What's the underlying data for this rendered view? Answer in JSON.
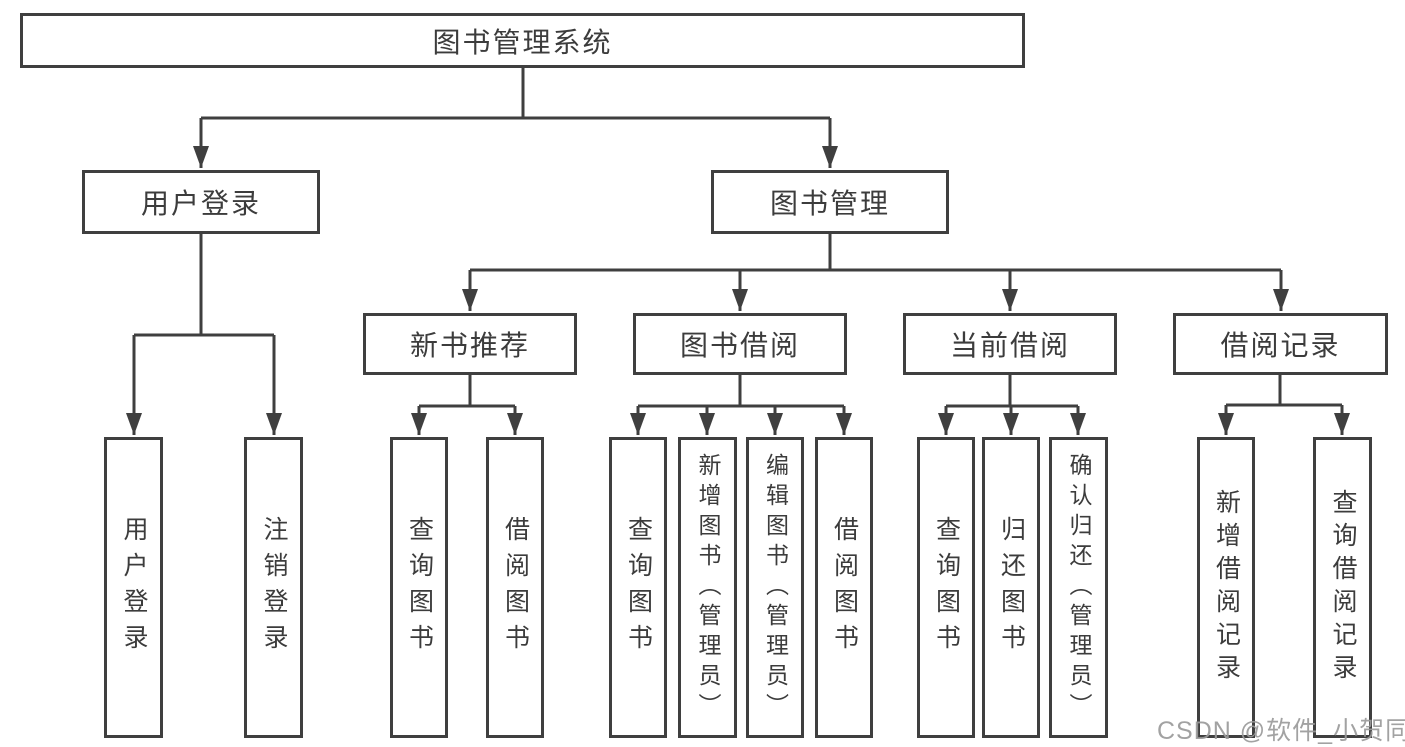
{
  "tree": {
    "root": "图书管理系统",
    "branches": [
      {
        "label": "用户登录",
        "children": [
          "用户登录",
          "注销登录"
        ]
      },
      {
        "label": "图书管理",
        "groups": [
          {
            "label": "新书推荐",
            "children": [
              "查询图书",
              "借阅图书"
            ]
          },
          {
            "label": "图书借阅",
            "children": [
              "查询图书",
              "新增图书（管理员）",
              "编辑图书（管理员）",
              "借阅图书"
            ]
          },
          {
            "label": "当前借阅",
            "children": [
              "查询图书",
              "归还图书",
              "确认归还（管理员）"
            ]
          },
          {
            "label": "借阅记录",
            "children": [
              "新增借阅记录",
              "查询借阅记录"
            ]
          }
        ]
      }
    ]
  },
  "watermark": "CSDN @软件_小贺同学",
  "colors": {
    "line": "#3f3f3f",
    "text": "#3c3c3c",
    "background": "#ffffff",
    "watermark": "#9b9b9b"
  }
}
